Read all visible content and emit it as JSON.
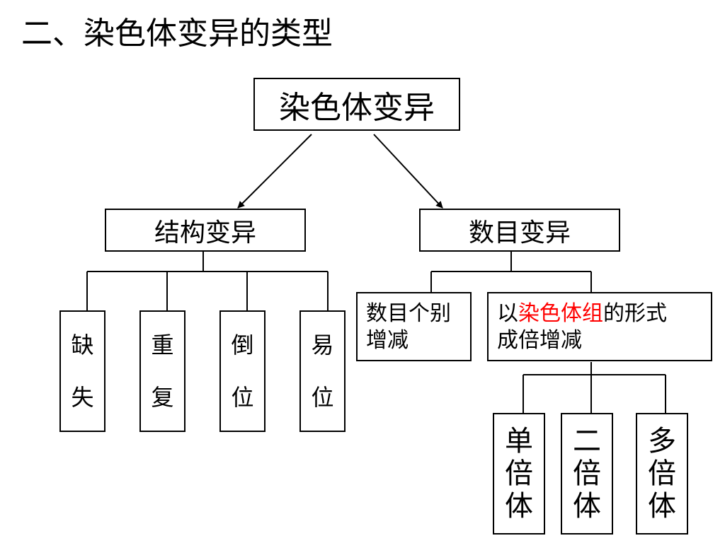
{
  "page_title": "二、染色体变异的类型",
  "root": "染色体变异",
  "structural": {
    "label": "结构变异",
    "types": [
      {
        "chars": [
          "缺",
          "失"
        ]
      },
      {
        "chars": [
          "重",
          "复"
        ]
      },
      {
        "chars": [
          "倒",
          "位"
        ]
      },
      {
        "chars": [
          "易",
          "位"
        ]
      }
    ]
  },
  "numerical": {
    "label": "数目变异",
    "individual": {
      "line1": "数目个别",
      "line2": "增减"
    },
    "set": {
      "prefix": "以",
      "highlight": "染色体组",
      "suffix": "的形式",
      "line2": "成倍增减"
    },
    "ploidy": [
      {
        "chars": [
          "单",
          "倍",
          "体"
        ]
      },
      {
        "chars": [
          "二",
          "倍",
          "体"
        ]
      },
      {
        "chars": [
          "多",
          "倍",
          "体"
        ]
      }
    ]
  },
  "colors": {
    "highlight": "#ff0000",
    "line": "#000000"
  }
}
